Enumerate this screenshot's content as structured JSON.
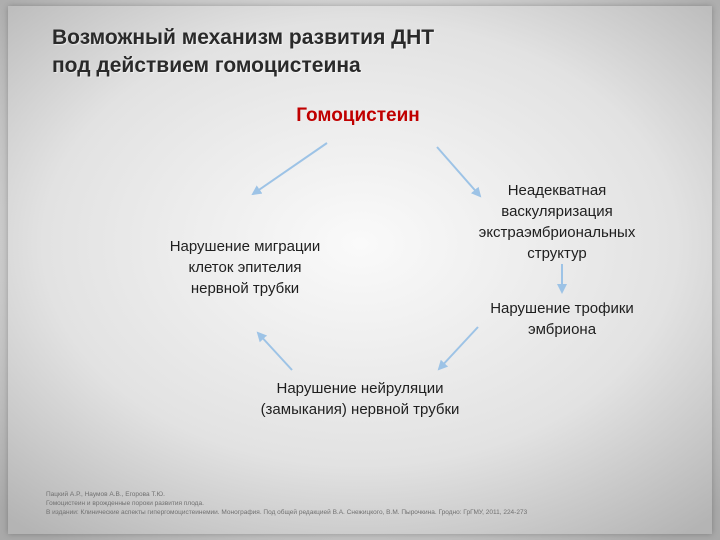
{
  "slide": {
    "title_line1": "Возможный механизм развития ДНТ",
    "title_line2": "под действием гомоцистеина",
    "center": "Гомоцистеин",
    "nodes": {
      "left": [
        "Нарушение миграции",
        "клеток эпителия",
        "нервной трубки"
      ],
      "right_top": [
        "Неадекватная",
        "васкуляризация",
        "экстраэмбриональных",
        "структур"
      ],
      "right_bottom": [
        "Нарушение трофики",
        "эмбриона"
      ],
      "bottom": [
        "Нарушение нейруляции",
        "(замыкания) нервной трубки"
      ]
    },
    "reference": [
      "Пацкий А.Р., Наумов А.В., Егорова Т.Ю.",
      "Гомоцистеин и врожденные пороки развития плода.",
      "В издании: Клинические аспекты гипергомоцистеинемии. Монография. Под общей редакцией В.А. Снежицкого, В.М. Пырочкина. Гродно: ГрГМУ, 2011, 224-273"
    ],
    "colors": {
      "title": "#2a2a2a",
      "center": "#c00000",
      "arrow": "#9dc3e6",
      "text": "#1f1f1f"
    }
  }
}
